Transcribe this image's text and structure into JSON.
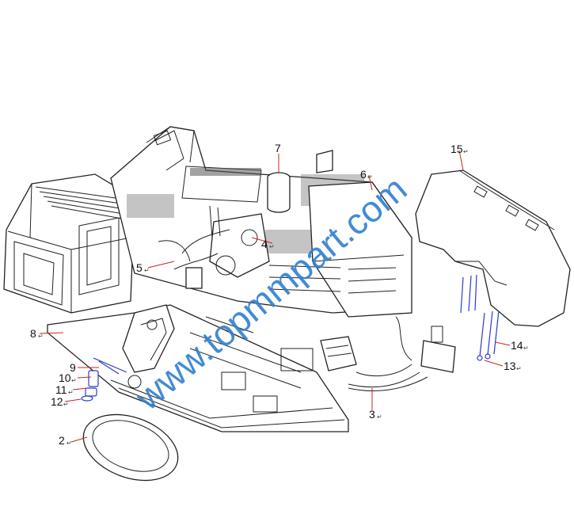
{
  "callouts": [
    {
      "num": "2",
      "ret": "↵"
    },
    {
      "num": "3",
      "ret": "↵"
    },
    {
      "num": "4",
      "ret": "↵"
    },
    {
      "num": "5",
      "ret": "↵"
    },
    {
      "num": "6",
      "ret": "↵"
    },
    {
      "num": "7",
      "ret": ""
    },
    {
      "num": "8",
      "ret": "↵"
    },
    {
      "num": "9",
      "ret": ""
    },
    {
      "num": "10",
      "ret": "↵"
    },
    {
      "num": "11",
      "ret": "↵"
    },
    {
      "num": "12",
      "ret": "↵"
    },
    {
      "num": "13",
      "ret": "↵"
    },
    {
      "num": "14",
      "ret": "↵"
    },
    {
      "num": "15",
      "ret": "↵"
    }
  ],
  "watermark": "www.topmmpart.com",
  "colors": {
    "watermark": "#2f7fd0",
    "leader": "#d02020",
    "hydraulic_fitting": "#2a3cc8",
    "line": "#222222"
  }
}
